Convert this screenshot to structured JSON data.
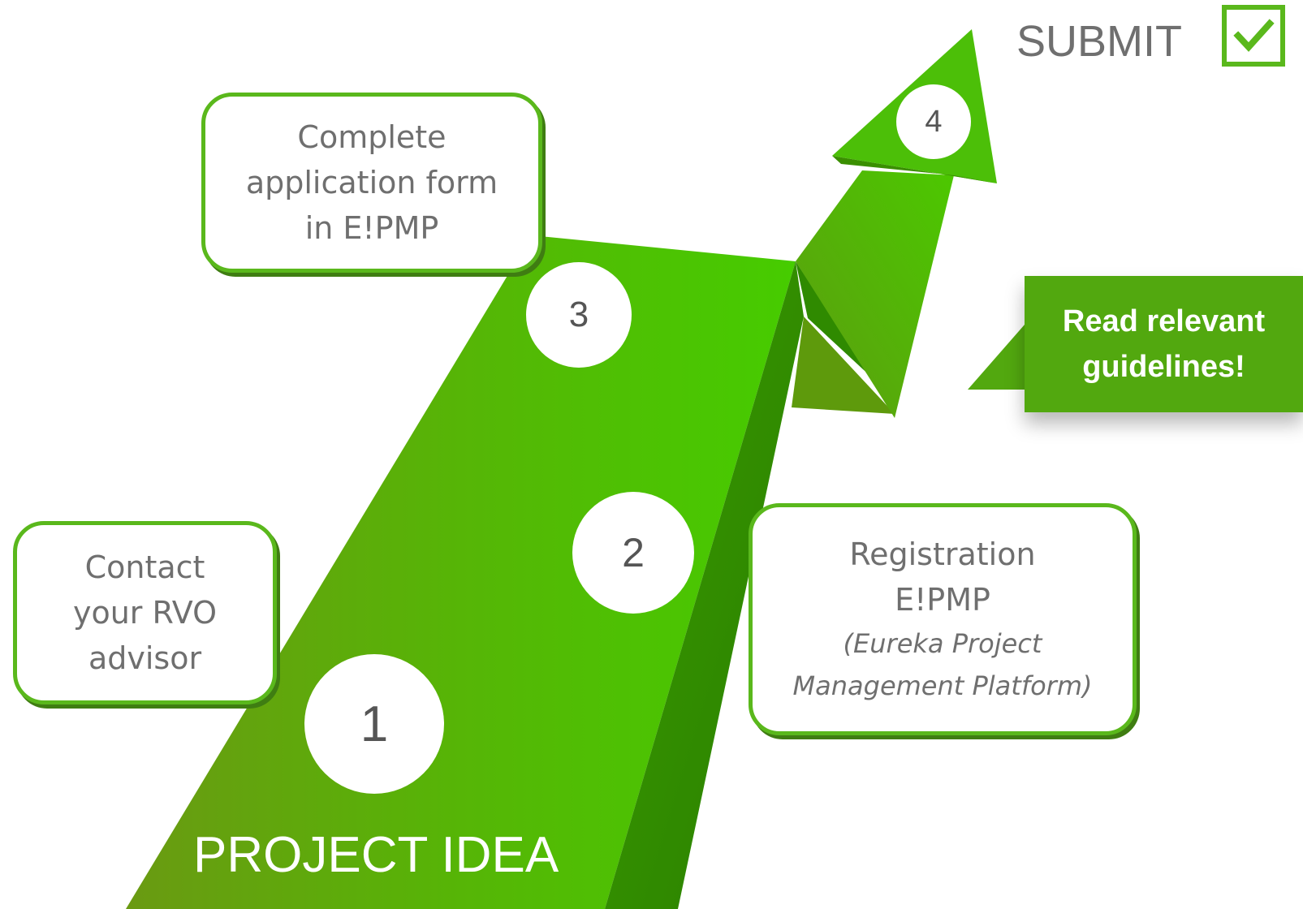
{
  "steps": {
    "project_idea": "PROJECT IDEA",
    "step1": {
      "number": "1",
      "text": [
        "Contact",
        "your RVO",
        "advisor"
      ]
    },
    "step2": {
      "number": "2",
      "text": [
        "Registration",
        "E!PMP"
      ],
      "italic": [
        "(Eureka Project",
        "Management Platform)"
      ]
    },
    "step3": {
      "number": "3",
      "text": [
        "Complete",
        "application form",
        "in E!PMP"
      ]
    },
    "step4": {
      "number": "4"
    }
  },
  "submit": {
    "label": "SUBMIT",
    "icon": "checkmark-icon"
  },
  "callout": {
    "lines": [
      "Read relevant",
      "guidelines!"
    ]
  },
  "colors": {
    "accent": "#5ab81c",
    "dark_green": "#2e8f00",
    "light_green": "#4cc800",
    "text_gray": "#6f6f6f"
  }
}
